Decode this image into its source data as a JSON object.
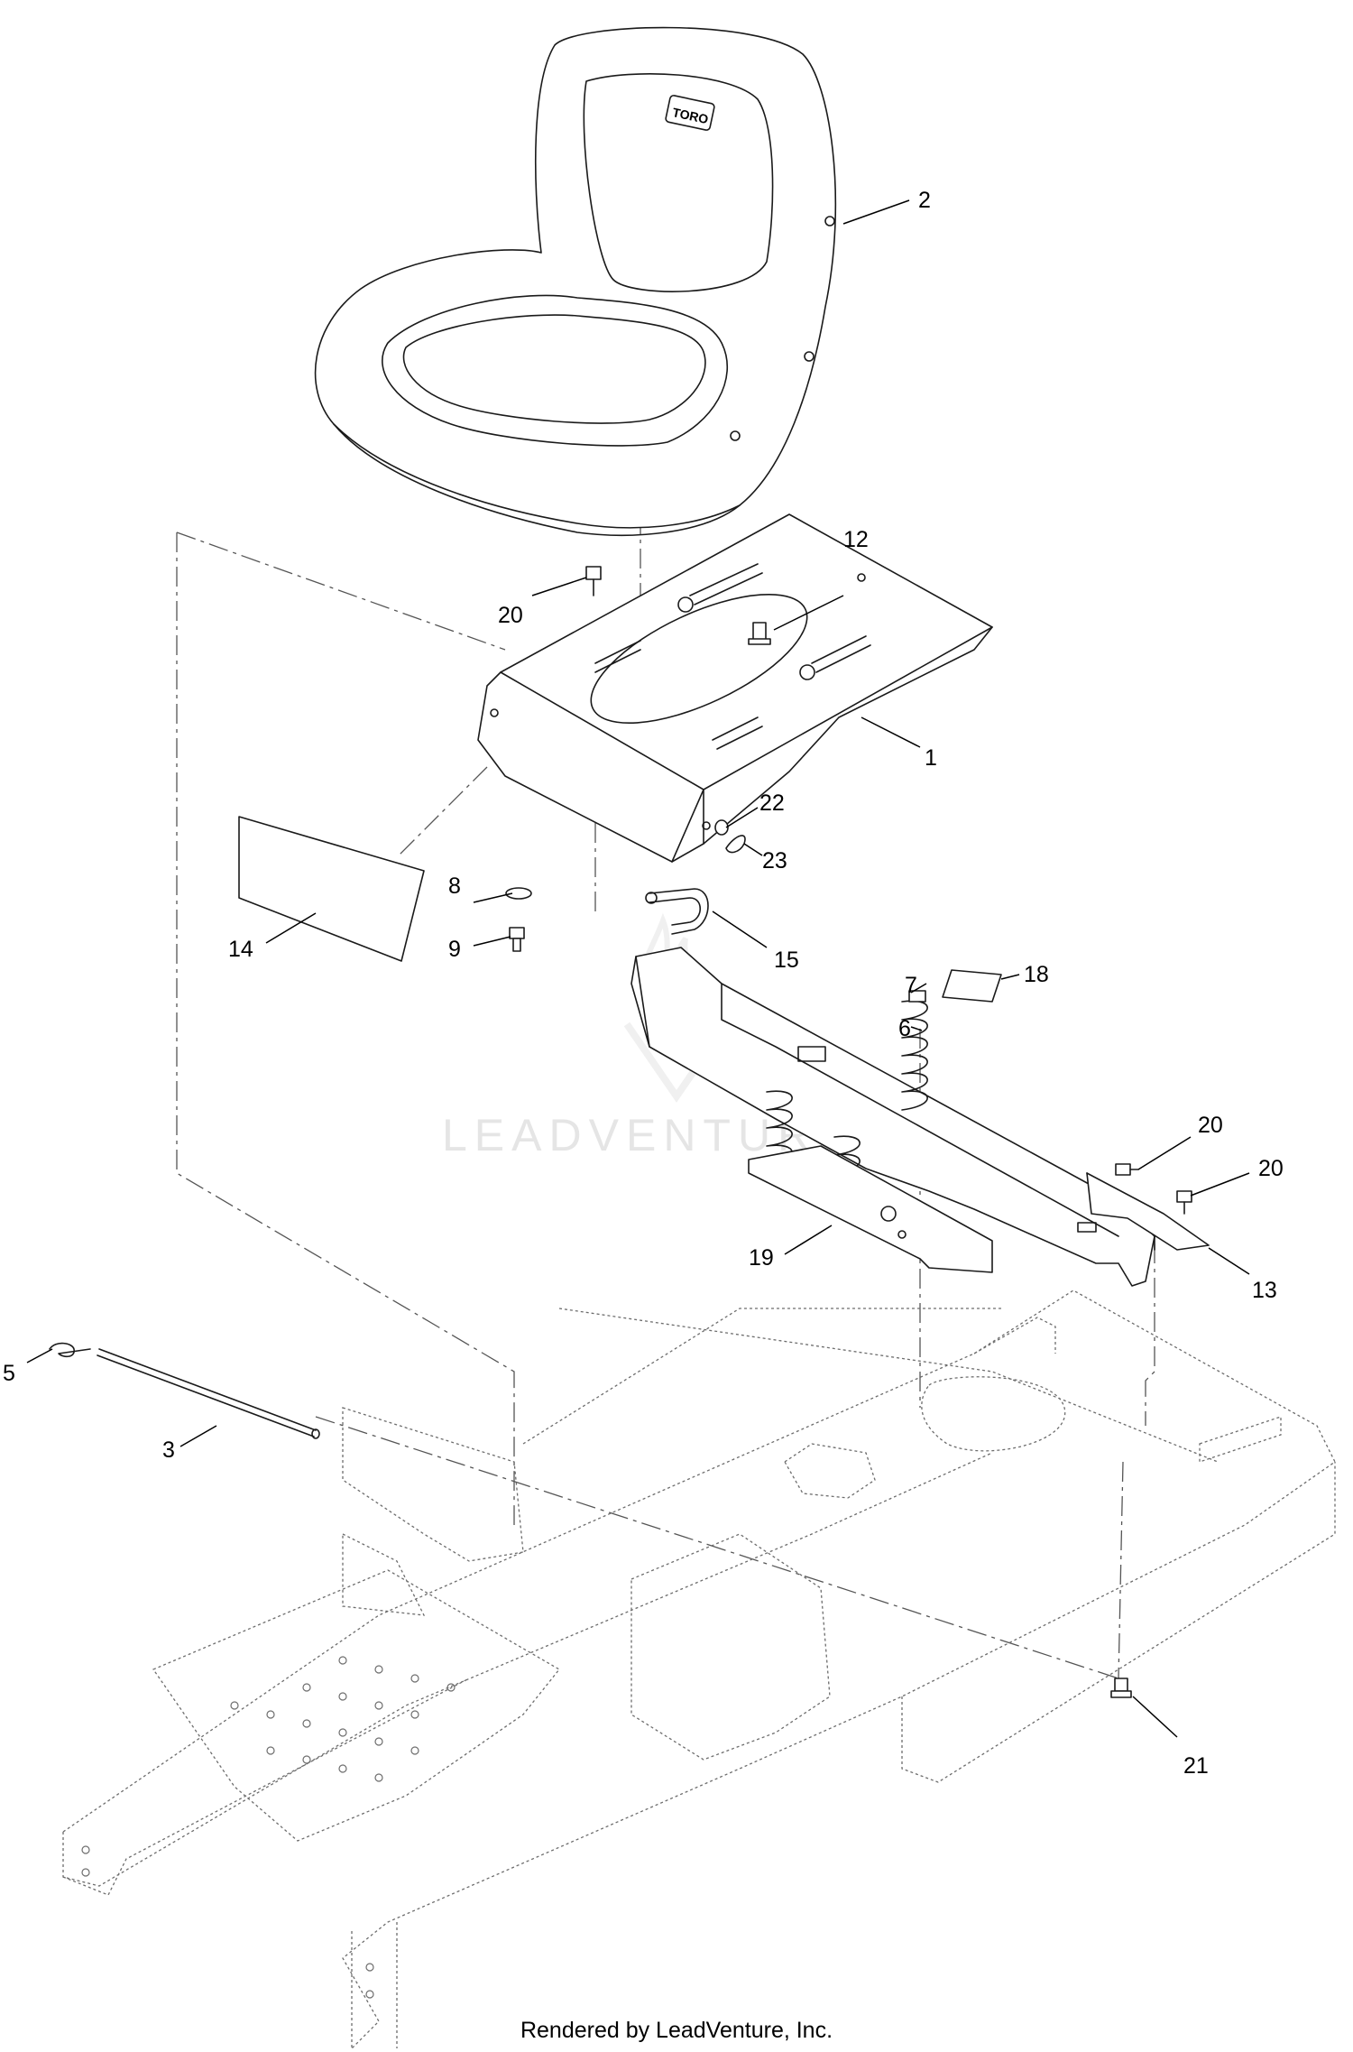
{
  "watermark": {
    "text": "LEADVENTURE"
  },
  "seat_logo": {
    "text": "TORO"
  },
  "callouts": [
    {
      "id": "c2",
      "label": "2"
    },
    {
      "id": "c12",
      "label": "12"
    },
    {
      "id": "c20a",
      "label": "20"
    },
    {
      "id": "c1",
      "label": "1"
    },
    {
      "id": "c22",
      "label": "22"
    },
    {
      "id": "c23",
      "label": "23"
    },
    {
      "id": "c8",
      "label": "8"
    },
    {
      "id": "c9",
      "label": "9"
    },
    {
      "id": "c14",
      "label": "14"
    },
    {
      "id": "c15",
      "label": "15"
    },
    {
      "id": "c7",
      "label": "7"
    },
    {
      "id": "c18",
      "label": "18"
    },
    {
      "id": "c6",
      "label": "6"
    },
    {
      "id": "c20b",
      "label": "20"
    },
    {
      "id": "c20c",
      "label": "20"
    },
    {
      "id": "c19",
      "label": "19"
    },
    {
      "id": "c13",
      "label": "13"
    },
    {
      "id": "c5",
      "label": "5"
    },
    {
      "id": "c3",
      "label": "3"
    },
    {
      "id": "c21",
      "label": "21"
    }
  ],
  "footer": {
    "text": "Rendered by LeadVenture, Inc."
  }
}
